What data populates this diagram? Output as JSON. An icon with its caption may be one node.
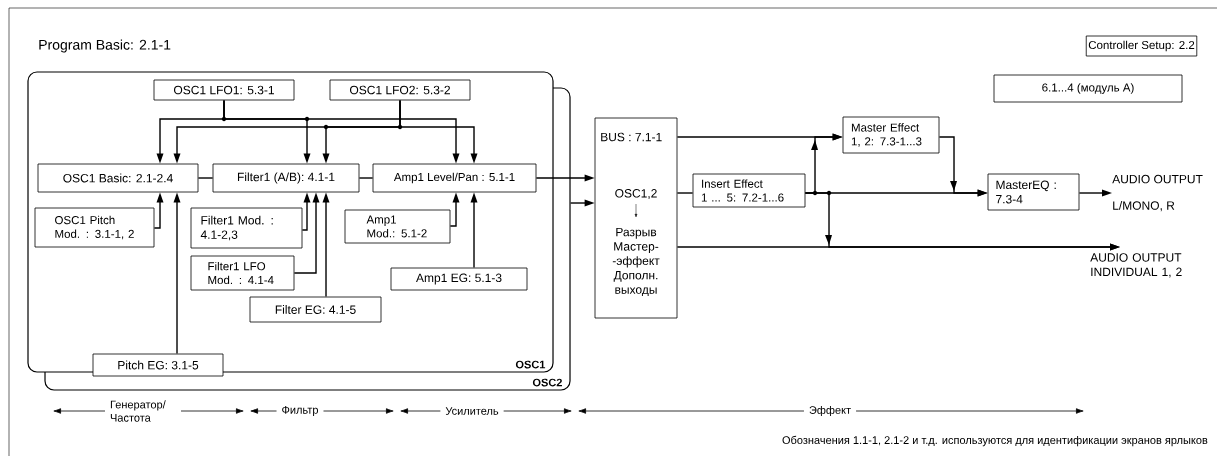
{
  "diagram": {
    "title": "Program Basic: 2.1-1",
    "nodes": [
      {
        "text": [
          "OSC2"
        ]
      },
      {
        "text": [
          "OSC1"
        ]
      },
      {
        "text": [
          "OSC1 LFO1: 5.3-1"
        ],
        "in": 1
      },
      {
        "text": [
          "OSC1 LFO2: 5.3-2"
        ],
        "in": 1
      },
      {
        "text": [
          "OSC1 Basic: 2.1-2.4"
        ],
        "in": 1
      },
      {
        "text": [
          "Filter1 (A/B): 4.1-1"
        ],
        "in": 1
      },
      {
        "text": [
          "Amp1 Level/Pan : 5.1-1"
        ],
        "in": 1
      },
      {
        "text": [
          "OSC1 Pitch Mod. : 3.1-1, 2"
        ],
        "in": 1
      },
      {
        "text": [
          "Filter1 Mod. : 4.1-2,3"
        ],
        "in": 1
      },
      {
        "text": [
          "Filter1 LFO Mod. : 4.1-4"
        ],
        "in": 1
      },
      {
        "text": [
          "Amp1 Mod.: 5.1-2"
        ],
        "in": 1
      },
      {
        "text": [
          "Amp1 EG: 5.1-3"
        ],
        "in": 1
      },
      {
        "text": [
          "Filter EG: 4.1-5"
        ],
        "in": 1
      },
      {
        "text": [
          "Pitch EG: 3.1-5"
        ],
        "in": 0
      },
      {
        "text": [
          "BUS : 7.1-1",
          "OSC1,2",
          "Разрыв Мастер- -эффект Дополн. выходы"
        ]
      },
      {
        "text": [
          "Insert Effect",
          "1 ... 5: 7.2-1...6"
        ]
      },
      {
        "text": [
          "Master Effect 1, 2: 7.3-1...3"
        ]
      },
      {
        "text": [
          "MasterEQ : 7.3-4"
        ]
      },
      {
        "text": [
          "AUDIO OUTPUT",
          "L/MONO, R"
        ]
      },
      {
        "text": [
          "AUDIO OUTPUT INDIVIDUAL 1, 2"
        ]
      },
      {
        "text": [
          "Controller Setup: 2.2"
        ]
      },
      {
        "text": [
          "6.1...4 (модуль A)"
        ]
      }
    ],
    "edges": [
      {
        "from": 2,
        "to": 4,
        "arrow": "to"
      },
      {
        "from": 2,
        "to": 5,
        "arrow": "to"
      },
      {
        "from": 2,
        "to": 6,
        "arrow": "to"
      },
      {
        "from": 3,
        "to": 4,
        "arrow": "to"
      },
      {
        "from": 3,
        "to": 5,
        "arrow": "to"
      },
      {
        "from": 3,
        "to": 6,
        "arrow": "to"
      },
      {
        "from": 4,
        "to": 5,
        "arrow": "none"
      },
      {
        "from": 5,
        "to": 6,
        "arrow": "none"
      },
      {
        "from": 6,
        "to": 14,
        "arrow": "to"
      },
      {
        "from": 0,
        "to": 14,
        "arrow": "to"
      },
      {
        "from": 7,
        "to": 4,
        "arrow": "to"
      },
      {
        "from": 13,
        "to": 4,
        "arrow": "to"
      },
      {
        "from": 8,
        "to": 5,
        "arrow": "to"
      },
      {
        "from": 9,
        "to": 5,
        "arrow": "to"
      },
      {
        "from": 12,
        "to": 5,
        "arrow": "to"
      },
      {
        "from": 10,
        "to": 6,
        "arrow": "to"
      },
      {
        "from": 11,
        "to": 6,
        "arrow": "to"
      },
      {
        "from": 14,
        "to": 16,
        "arrow": "to"
      },
      {
        "from": 14,
        "to": 15,
        "arrow": "none"
      },
      {
        "from": 15,
        "to": 17,
        "arrow": "to"
      },
      {
        "from": 15,
        "to": 16,
        "arrow": "to"
      },
      {
        "from": 15,
        "to": 19,
        "arrow": "to"
      },
      {
        "from": 16,
        "to": 17,
        "arrow": "to"
      },
      {
        "from": 14,
        "to": 19,
        "arrow": "to"
      },
      {
        "from": 17,
        "to": 18,
        "arrow": "to"
      }
    ],
    "labels": [
      "Генератор/ Частота",
      "Фильтр",
      "Усилитель",
      "Эффект",
      "Обозначения 1.1-1, 2.1-2 и т.д. используются для идентификации экранов ярлыков"
    ]
  }
}
